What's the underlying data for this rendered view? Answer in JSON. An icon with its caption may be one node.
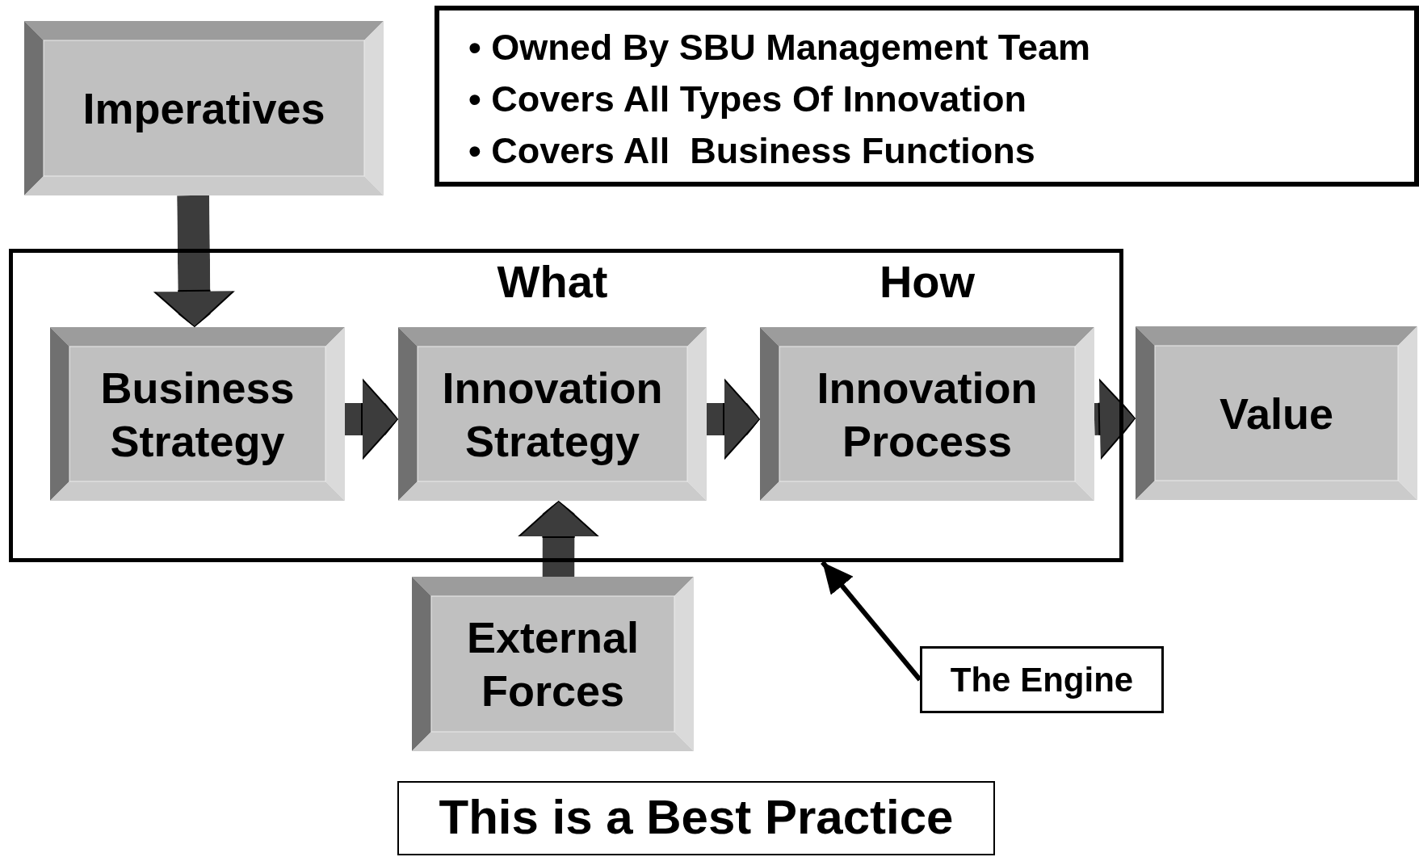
{
  "diagram": {
    "nodes": [
      {
        "text": [
          "Imperatives"
        ]
      },
      {
        "text": [
          "• Owned By SBU Management Team",
          "• Covers All Types Of Innovation",
          "• Covers All  Business Functions"
        ]
      },
      {
        "text": [],
        "shape": "box"
      },
      {
        "text": [
          "Business Strategy"
        ],
        "in": 2
      },
      {
        "text": [
          "What",
          "Innovation Strategy"
        ],
        "in": 2
      },
      {
        "text": [
          "How",
          "Innovation Process"
        ],
        "in": 2
      },
      {
        "text": [
          "Value"
        ]
      },
      {
        "text": [
          "External Forces"
        ]
      },
      {
        "text": [
          "The Engine"
        ]
      },
      {
        "text": [
          "This is a Best Practice"
        ]
      }
    ],
    "edges": [
      {
        "from": 0,
        "to": 3,
        "arrow": "to"
      },
      {
        "from": 3,
        "to": 4,
        "arrow": "to"
      },
      {
        "from": 4,
        "to": 5,
        "arrow": "to"
      },
      {
        "from": 5,
        "to": 6,
        "arrow": "to"
      },
      {
        "from": 7,
        "to": 4,
        "arrow": "to"
      },
      {
        "from": 8,
        "to": 2,
        "arrow": "to",
        "color": "#000000"
      }
    ]
  }
}
